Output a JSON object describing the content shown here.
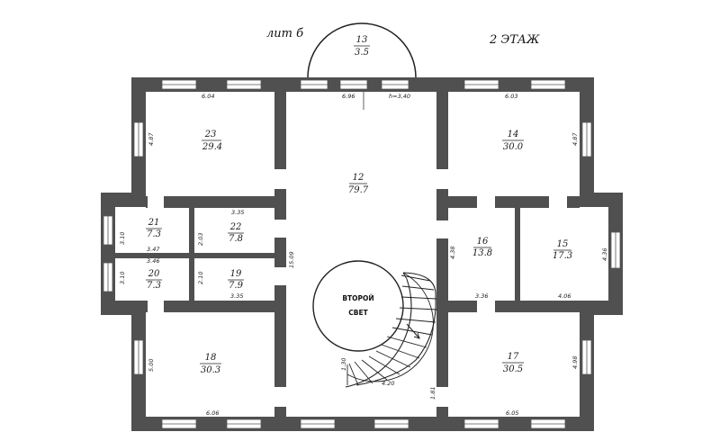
{
  "header": {
    "left_title": "лит б",
    "right_title": "2 ЭТАЖ"
  },
  "rooms": [
    {
      "id": "r13",
      "num": "13",
      "area": "3.5"
    },
    {
      "id": "r23",
      "num": "23",
      "area": "29.4"
    },
    {
      "id": "r12",
      "num": "12",
      "area": "79.7"
    },
    {
      "id": "r14",
      "num": "14",
      "area": "30.0"
    },
    {
      "id": "r21",
      "num": "21",
      "area": "7.3"
    },
    {
      "id": "r22",
      "num": "22",
      "area": "7.8"
    },
    {
      "id": "r20",
      "num": "20",
      "area": "7.3"
    },
    {
      "id": "r19",
      "num": "19",
      "area": "7.9"
    },
    {
      "id": "r16",
      "num": "16",
      "area": "13.8"
    },
    {
      "id": "r15",
      "num": "15",
      "area": "17.3"
    },
    {
      "id": "r18",
      "num": "18",
      "area": "30.3"
    },
    {
      "id": "r17",
      "num": "17",
      "area": "30.5"
    }
  ],
  "second_light": {
    "line1": "ВТОРОЙ",
    "line2": "СВЕТ"
  },
  "dimensions": {
    "d604": "6.04",
    "d696": "6.96",
    "height": "h=3,40",
    "d603": "6.03",
    "d487l": "4.87",
    "d487r": "4.87",
    "d335a": "3.35",
    "d310a": "3.10",
    "d203": "2.03",
    "d347": "3.47",
    "d346": "3.46",
    "d310b": "3.10",
    "d210": "2.10",
    "d335b": "3.35",
    "d1509": "15.09",
    "d438": "4.38",
    "d436": "4.36",
    "d336": "3.36",
    "d406": "4.06",
    "d500": "5.00",
    "d498": "4.98",
    "d130": "1.30",
    "d420": "4.20",
    "d181": "1.81",
    "d606": "6.06",
    "d605": "6.05"
  }
}
